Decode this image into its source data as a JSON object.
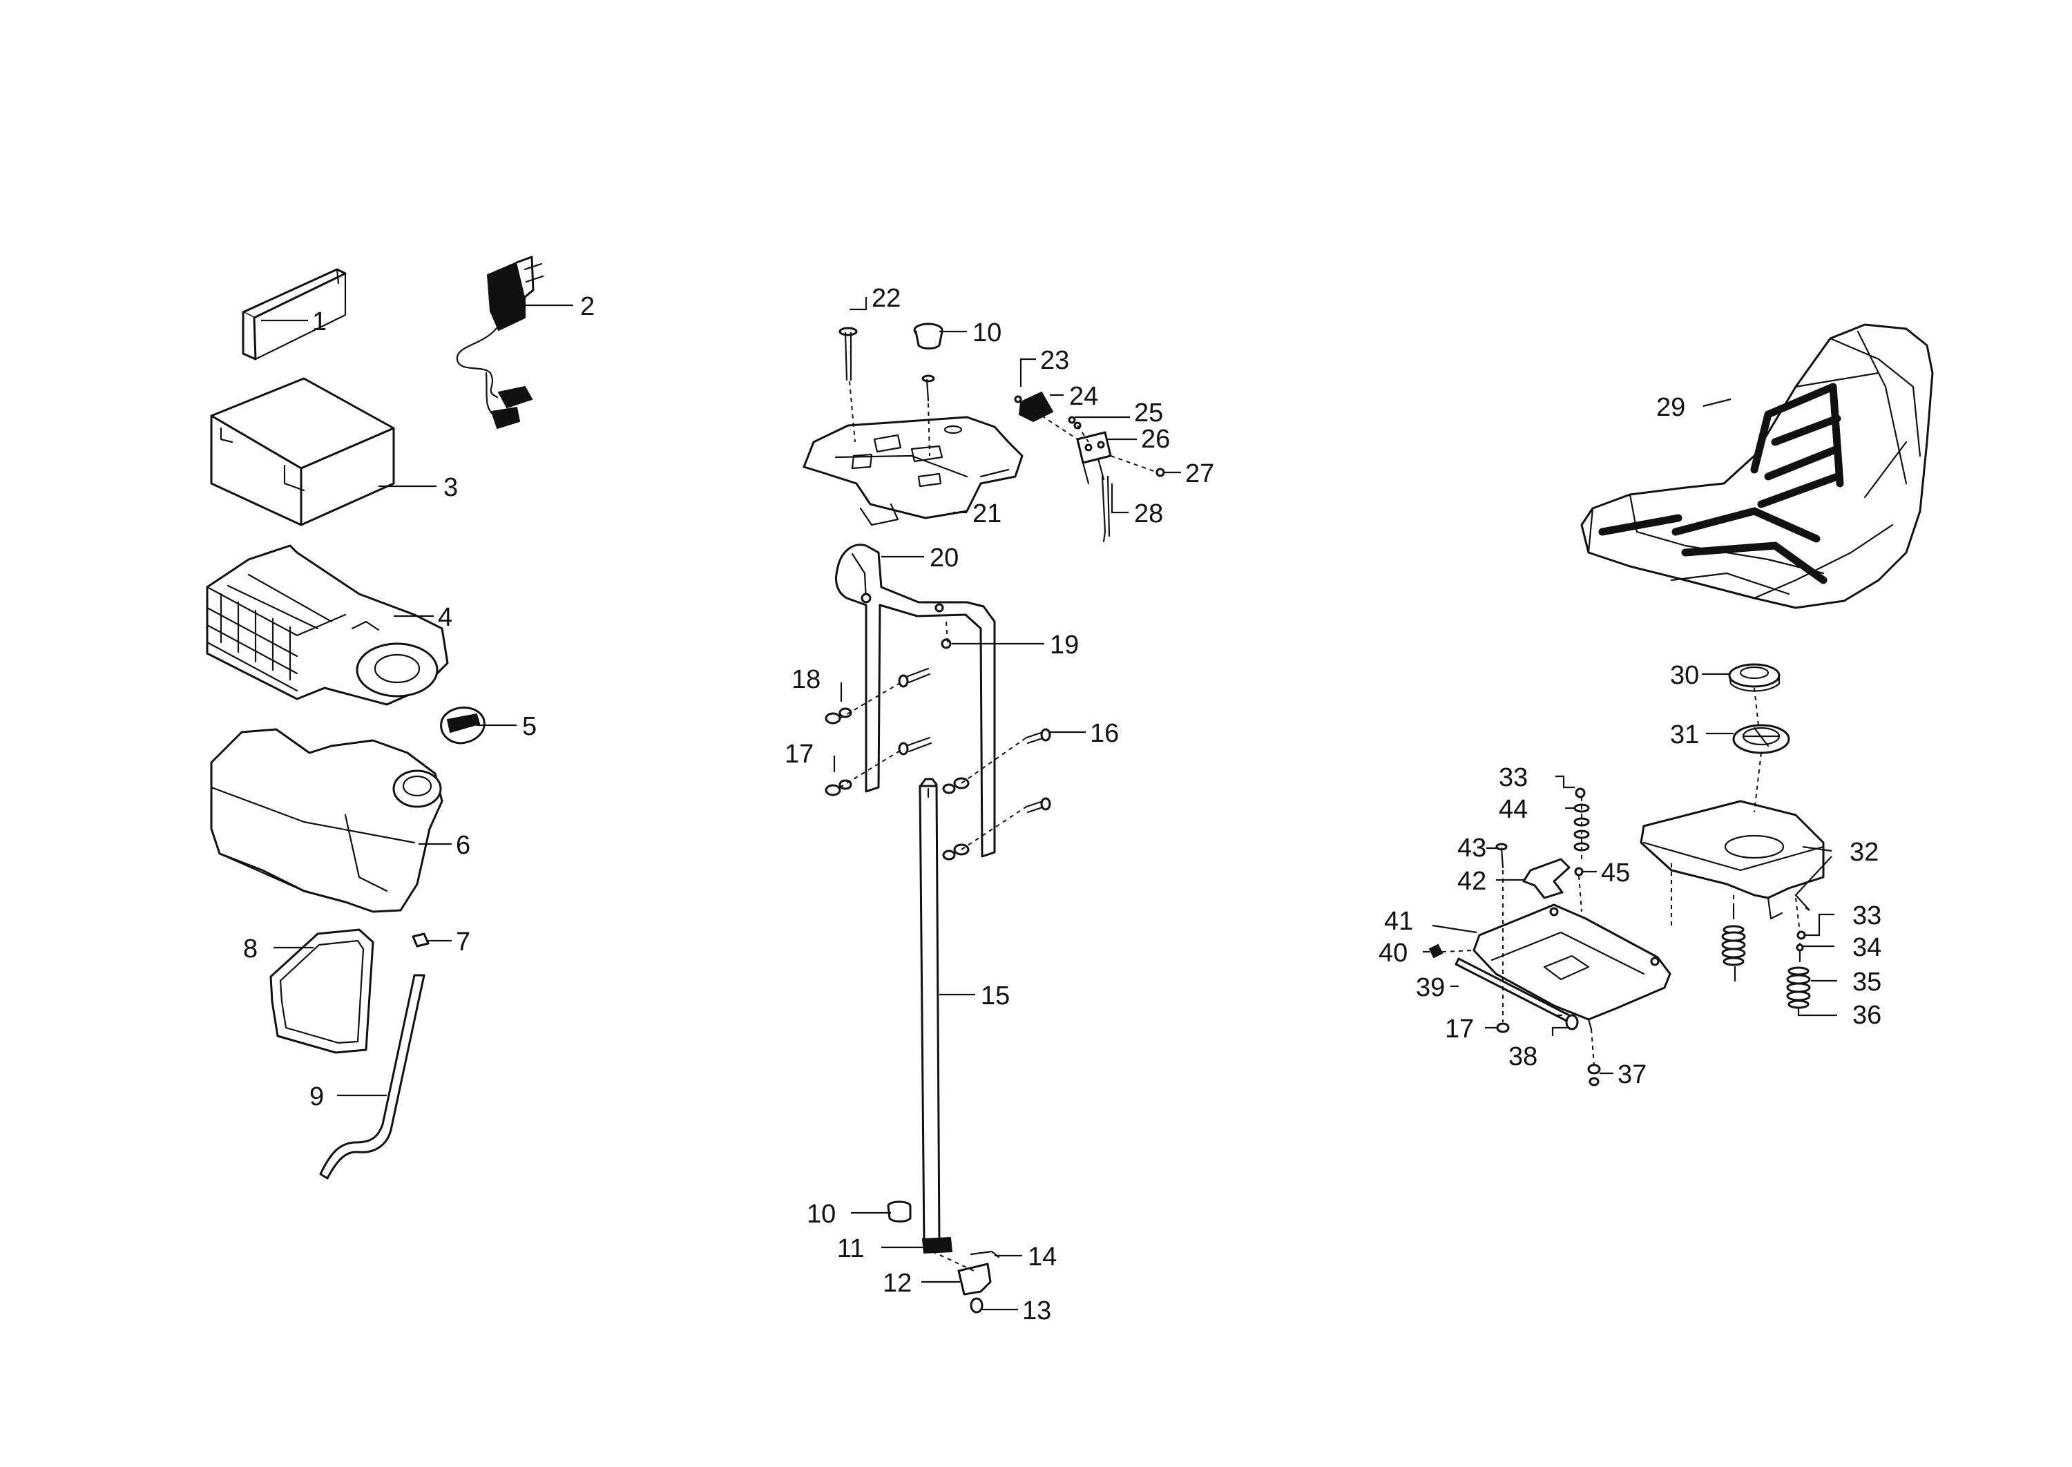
{
  "diagram": {
    "callouts": [
      {
        "id": "c1",
        "label": "1"
      },
      {
        "id": "c2",
        "label": "2"
      },
      {
        "id": "c3",
        "label": "3"
      },
      {
        "id": "c4",
        "label": "4"
      },
      {
        "id": "c5",
        "label": "5"
      },
      {
        "id": "c6",
        "label": "6"
      },
      {
        "id": "c7",
        "label": "7"
      },
      {
        "id": "c8",
        "label": "8"
      },
      {
        "id": "c9",
        "label": "9"
      },
      {
        "id": "c10a",
        "label": "10"
      },
      {
        "id": "c10b",
        "label": "10"
      },
      {
        "id": "c11",
        "label": "11"
      },
      {
        "id": "c12",
        "label": "12"
      },
      {
        "id": "c13",
        "label": "13"
      },
      {
        "id": "c14",
        "label": "14"
      },
      {
        "id": "c15",
        "label": "15"
      },
      {
        "id": "c16",
        "label": "16"
      },
      {
        "id": "c17a",
        "label": "17"
      },
      {
        "id": "c17b",
        "label": "17"
      },
      {
        "id": "c18",
        "label": "18"
      },
      {
        "id": "c19",
        "label": "19"
      },
      {
        "id": "c20",
        "label": "20"
      },
      {
        "id": "c21",
        "label": "21"
      },
      {
        "id": "c22",
        "label": "22"
      },
      {
        "id": "c23",
        "label": "23"
      },
      {
        "id": "c24",
        "label": "24"
      },
      {
        "id": "c25",
        "label": "25"
      },
      {
        "id": "c26",
        "label": "26"
      },
      {
        "id": "c27",
        "label": "27"
      },
      {
        "id": "c28",
        "label": "28"
      },
      {
        "id": "c29",
        "label": "29"
      },
      {
        "id": "c30",
        "label": "30"
      },
      {
        "id": "c31",
        "label": "31"
      },
      {
        "id": "c32",
        "label": "32"
      },
      {
        "id": "c33a",
        "label": "33"
      },
      {
        "id": "c33b",
        "label": "33"
      },
      {
        "id": "c34",
        "label": "34"
      },
      {
        "id": "c35",
        "label": "35"
      },
      {
        "id": "c36",
        "label": "36"
      },
      {
        "id": "c37",
        "label": "37"
      },
      {
        "id": "c38",
        "label": "38"
      },
      {
        "id": "c39",
        "label": "39"
      },
      {
        "id": "c40",
        "label": "40"
      },
      {
        "id": "c41",
        "label": "41"
      },
      {
        "id": "c42",
        "label": "42"
      },
      {
        "id": "c43",
        "label": "43"
      },
      {
        "id": "c44",
        "label": "44"
      },
      {
        "id": "c45",
        "label": "45"
      }
    ]
  }
}
